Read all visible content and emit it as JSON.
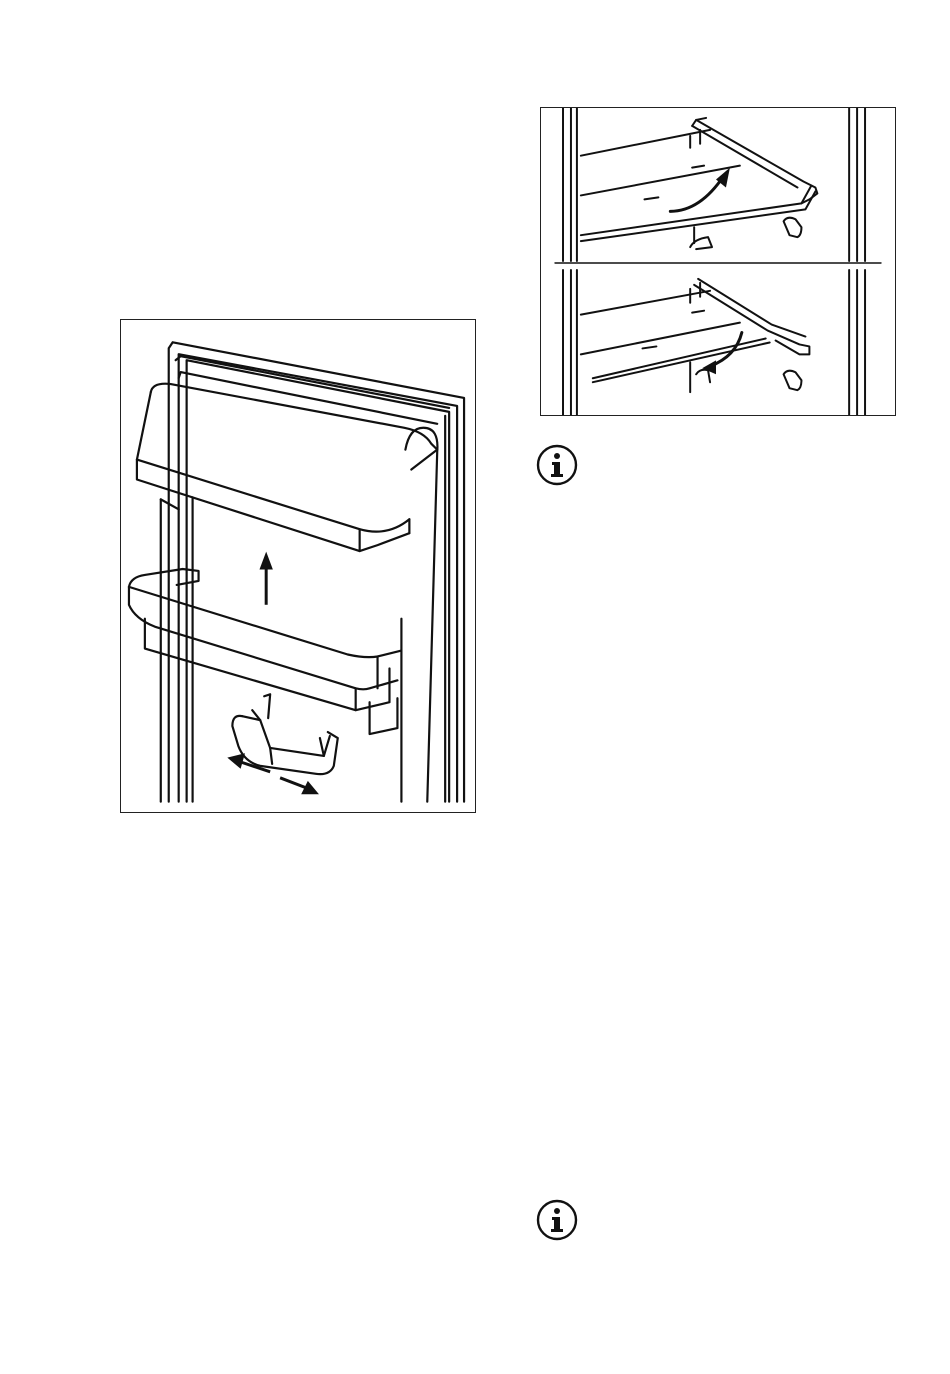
{
  "page": {
    "figures": [
      {
        "id": "door-shelves",
        "icons": [
          "door-bin",
          "up-arrow",
          "left-right-arrow"
        ]
      },
      {
        "id": "glass-shelf",
        "icons": [
          "curved-arrow-up",
          "curved-arrow-down"
        ]
      }
    ],
    "notes": [
      {
        "icon": "info-icon"
      },
      {
        "icon": "info-icon"
      }
    ]
  }
}
